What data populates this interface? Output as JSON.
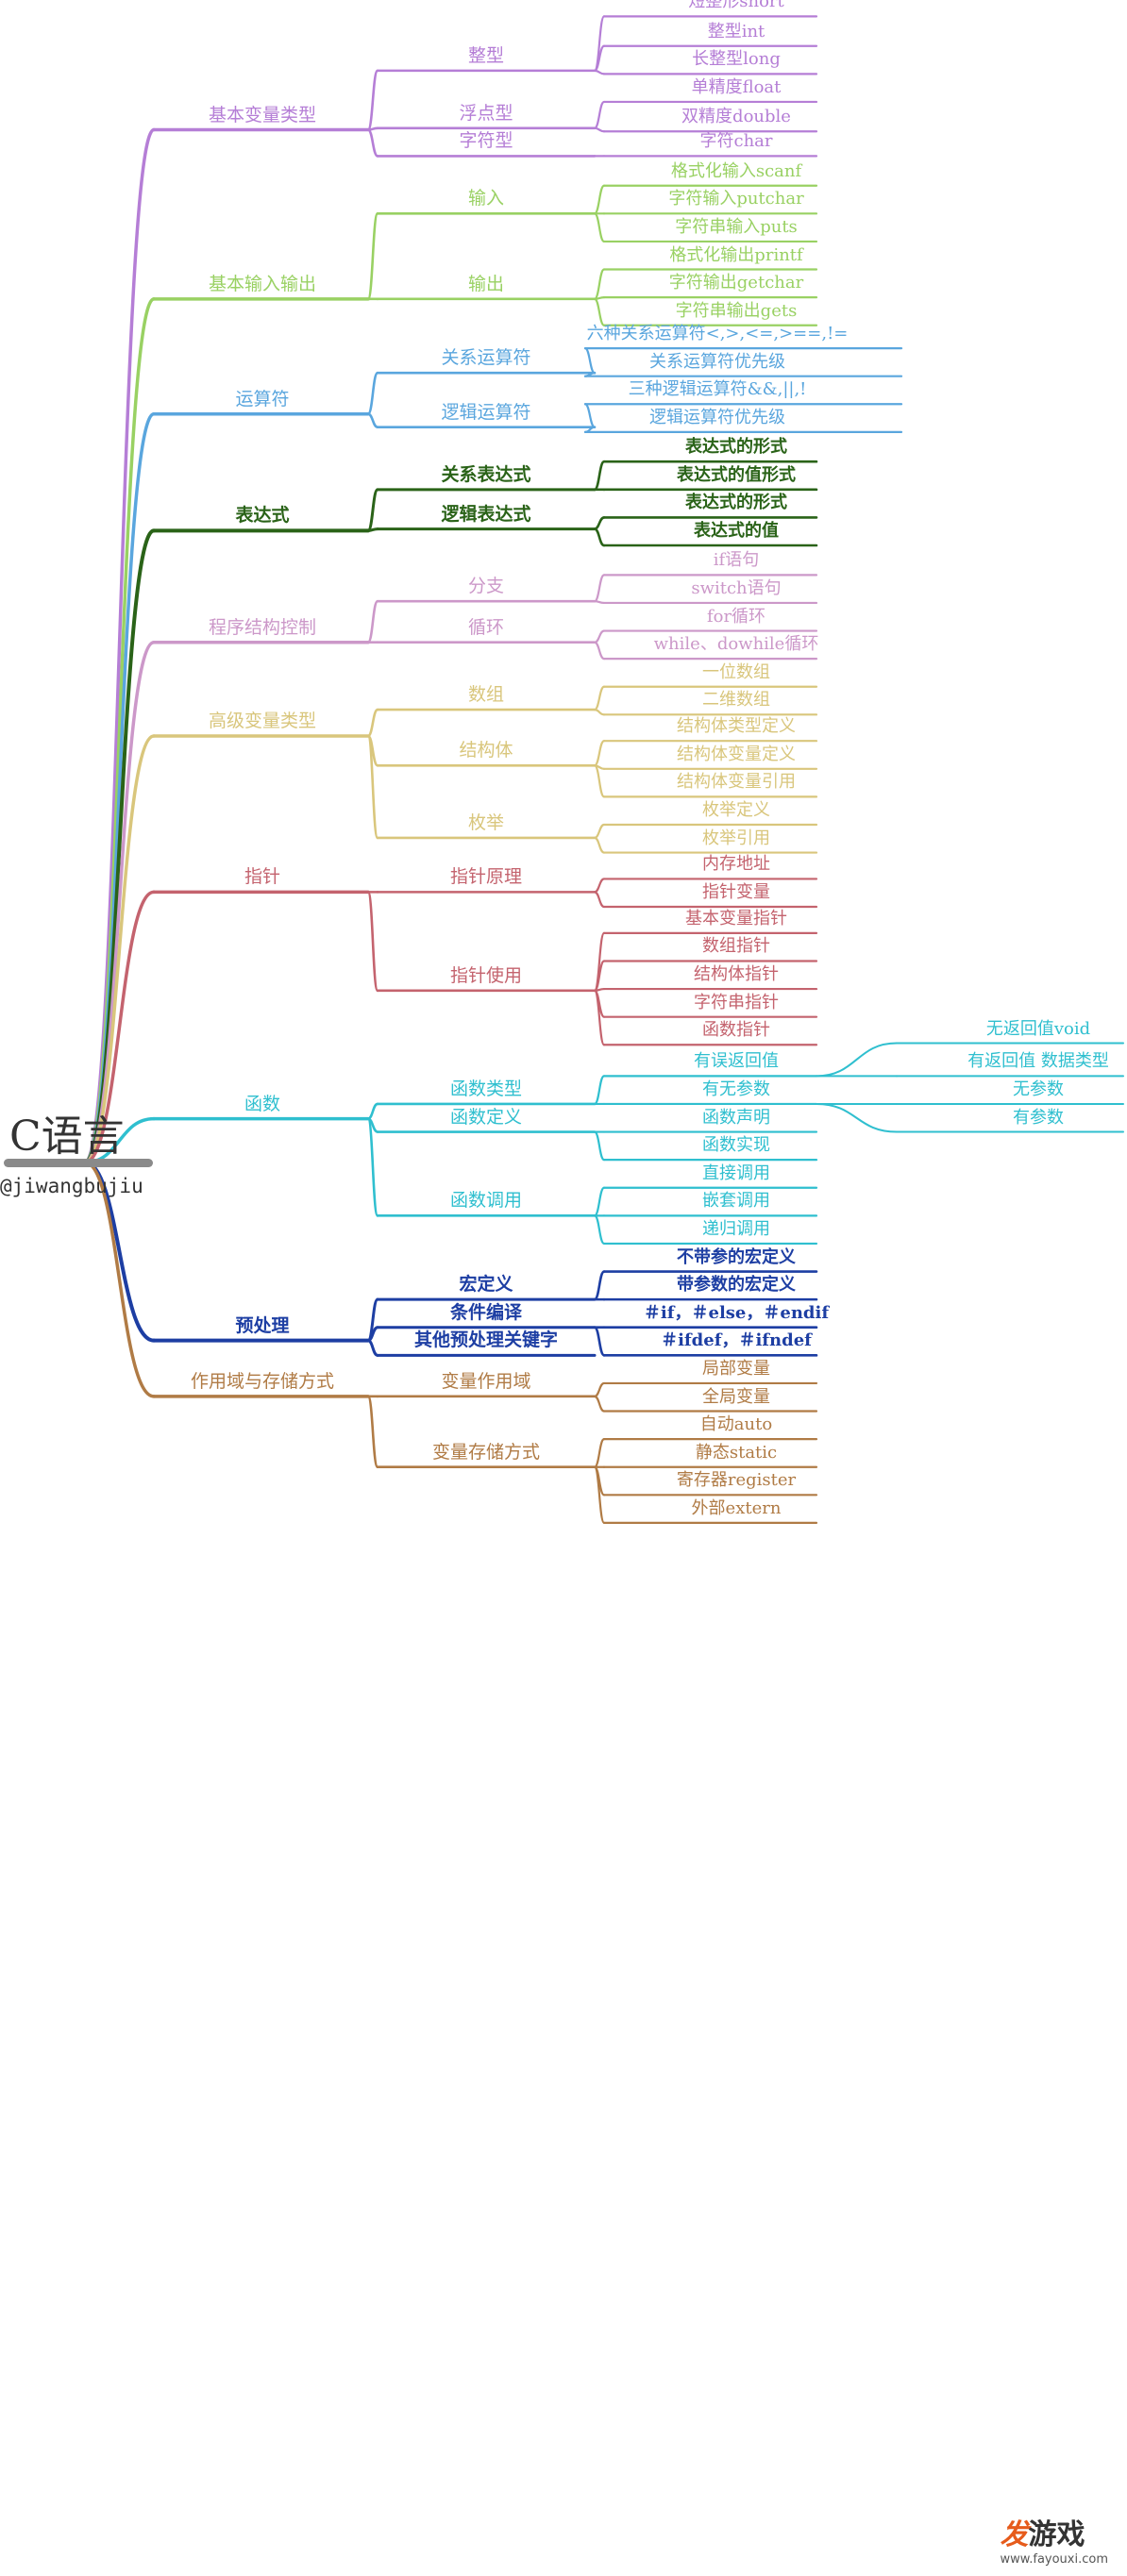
{
  "root": {
    "title": "C语言",
    "handle": "@jiwangbujiu"
  },
  "watermark": {
    "brand_a": "发",
    "brand_b": "游戏",
    "site": "www.fayouxi.com"
  },
  "branches": [
    {
      "label": "基本变量类型",
      "color": "#b57ed6",
      "children": [
        {
          "label": "整型",
          "children": [
            {
              "label": "短整形short"
            },
            {
              "label": "整型int"
            },
            {
              "label": "长整型long"
            }
          ]
        },
        {
          "label": "浮点型",
          "children": [
            {
              "label": "单精度float"
            },
            {
              "label": "双精度double"
            }
          ]
        },
        {
          "label": "字符型",
          "children": [
            {
              "label": "字符char"
            }
          ]
        }
      ]
    },
    {
      "label": "基本输入输出",
      "color": "#99d163",
      "children": [
        {
          "label": "输入",
          "children": [
            {
              "label": "格式化输入scanf"
            },
            {
              "label": "字符输入putchar"
            },
            {
              "label": "字符串输入puts"
            }
          ]
        },
        {
          "label": "输出",
          "children": [
            {
              "label": "格式化输出printf"
            },
            {
              "label": "字符输出getchar"
            },
            {
              "label": "字符串输出gets"
            }
          ]
        }
      ]
    },
    {
      "label": "运算符",
      "color": "#5aa6de",
      "children": [
        {
          "label": "关系运算符",
          "children": [
            {
              "label": "六种关系运算符<,>,<=,>==,!="
            },
            {
              "label": "关系运算符优先级"
            }
          ]
        },
        {
          "label": "逻辑运算符",
          "children": [
            {
              "label": "三种逻辑运算符&&,||,!"
            },
            {
              "label": "逻辑运算符优先级"
            }
          ]
        }
      ]
    },
    {
      "label": "表达式",
      "color": "#2a6318",
      "bold": true,
      "children": [
        {
          "label": "关系表达式",
          "children": [
            {
              "label": "表达式的形式"
            },
            {
              "label": "表达式的值形式"
            }
          ]
        },
        {
          "label": "逻辑表达式",
          "children": [
            {
              "label": "表达式的形式"
            },
            {
              "label": "表达式的值"
            }
          ]
        }
      ]
    },
    {
      "label": "程序结构控制",
      "color": "#cc98c9",
      "children": [
        {
          "label": "分支",
          "children": [
            {
              "label": "if语句"
            },
            {
              "label": "switch语句"
            }
          ]
        },
        {
          "label": "循环",
          "children": [
            {
              "label": "for循环"
            },
            {
              "label": "while、dowhile循环"
            }
          ]
        }
      ]
    },
    {
      "label": "高级变量类型",
      "color": "#d9c67c",
      "children": [
        {
          "label": "数组",
          "children": [
            {
              "label": "一位数组"
            },
            {
              "label": "二维数组"
            }
          ]
        },
        {
          "label": "结构体",
          "children": [
            {
              "label": "结构体类型定义"
            },
            {
              "label": "结构体变量定义"
            },
            {
              "label": "结构体变量引用"
            }
          ]
        },
        {
          "label": "枚举",
          "children": [
            {
              "label": "枚举定义"
            },
            {
              "label": "枚举引用"
            }
          ]
        }
      ]
    },
    {
      "label": "指针",
      "color": "#c4636e",
      "children": [
        {
          "label": "指针原理",
          "children": [
            {
              "label": "内存地址"
            },
            {
              "label": "指针变量"
            }
          ]
        },
        {
          "label": "指针使用",
          "children": [
            {
              "label": "基本变量指针"
            },
            {
              "label": "数组指针"
            },
            {
              "label": "结构体指针"
            },
            {
              "label": "字符串指针"
            },
            {
              "label": "函数指针"
            }
          ]
        }
      ]
    },
    {
      "label": "函数",
      "color": "#2fbfcf",
      "children": [
        {
          "label": "函数类型",
          "children": [
            {
              "label": "有误返回值",
              "children": [
                {
                  "label": "无返回值void"
                },
                {
                  "label": "有返回值 数据类型"
                }
              ]
            },
            {
              "label": "有无参数",
              "children": [
                {
                  "label": "无参数"
                },
                {
                  "label": "有参数"
                }
              ]
            }
          ]
        },
        {
          "label": "函数定义",
          "children": [
            {
              "label": "函数声明"
            },
            {
              "label": "函数实现"
            }
          ]
        },
        {
          "label": "函数调用",
          "children": [
            {
              "label": "直接调用"
            },
            {
              "label": "嵌套调用"
            },
            {
              "label": "递归调用"
            }
          ]
        }
      ]
    },
    {
      "label": "预处理",
      "color": "#1d3ea3",
      "bold": true,
      "children": [
        {
          "label": "宏定义",
          "children": [
            {
              "label": "不带参的宏定义"
            },
            {
              "label": "带参数的宏定义"
            }
          ]
        },
        {
          "label": "条件编译",
          "children": [
            {
              "label": "＃if，＃else，＃endif"
            },
            {
              "label": "＃ifdef，＃ifndef"
            }
          ]
        },
        {
          "label": "其他预处理关键字"
        }
      ]
    },
    {
      "label": "作用域与存储方式",
      "color": "#b07b45",
      "children": [
        {
          "label": "变量作用域",
          "children": [
            {
              "label": "局部变量"
            },
            {
              "label": "全局变量"
            }
          ]
        },
        {
          "label": "变量存储方式",
          "children": [
            {
              "label": "自动auto"
            },
            {
              "label": "静态static"
            },
            {
              "label": "寄存器register"
            },
            {
              "label": "外部extern"
            }
          ]
        }
      ]
    }
  ]
}
